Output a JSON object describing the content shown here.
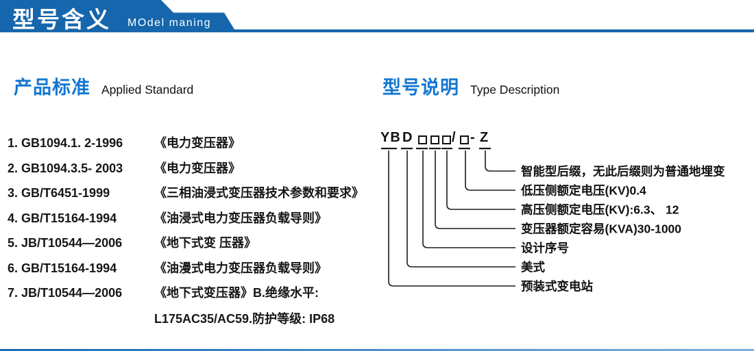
{
  "colors": {
    "banner_blue": "#1566ac",
    "heading_blue": "#1477d2",
    "text_black": "#161616"
  },
  "header": {
    "title_cn": "型号含义",
    "title_en": "MOdel maning"
  },
  "standards": {
    "heading_cn": "产品标准",
    "heading_en": "Applied Standard",
    "items": [
      {
        "code": "1. GB1094.1. 2-1996",
        "title": "《电力变压器》"
      },
      {
        "code": "2. GB1094.3.5- 2003",
        "title": "《电力变压器》"
      },
      {
        "code": "3. GB/T6451-1999",
        "title": "《三相油浸式变压器技术参数和要求》"
      },
      {
        "code": "4. GB/T15164-1994",
        "title": "《油浸式电力变压器负载导则》"
      },
      {
        "code": "5. JB/T10544—2006",
        "title": "《地下式变 压器》"
      },
      {
        "code": "6. GB/T15164-1994",
        "title": "《油漫式电力变压器负载导则》"
      },
      {
        "code": "7. JB/T10544—2006",
        "title": "《地下式变压器》B.绝缘水平:"
      }
    ],
    "continuation": "L175AC35/AC59.防护等级: IP68"
  },
  "type_desc": {
    "heading_cn": "型号说明",
    "heading_en": "Type Description",
    "code": {
      "yb": "YB",
      "d": "D",
      "slash": "/",
      "dash": "-",
      "z": "Z"
    },
    "labels": [
      "智能型后缀，无此后缀则为普通地埋变",
      "低压侧额定电压(KV)0.4",
      "高压侧额定电压(KV):6.3、 12",
      "变压器额定容易(KVA)30-1000",
      "设计序号",
      "美式",
      "预装式变电站"
    ]
  }
}
